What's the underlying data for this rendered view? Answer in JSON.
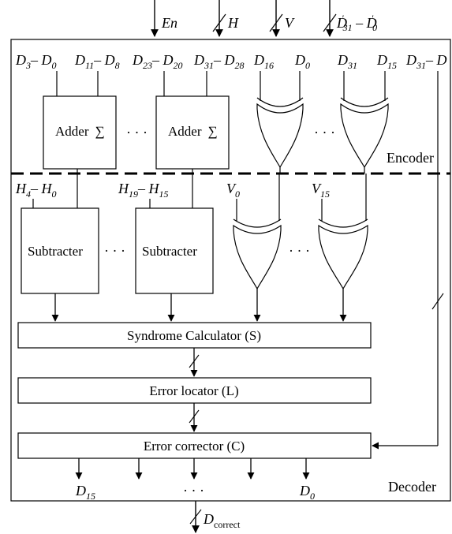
{
  "inputs": {
    "en": "En",
    "h": "H",
    "v": "V",
    "d_main": "D",
    "d_sub_hi": "31",
    "d_sub_lo": "0"
  },
  "encoder": {
    "label": "Encoder",
    "data_groups": [
      {
        "a": "D",
        "a_sub": "3",
        "b": "D",
        "b_sub": "0"
      },
      {
        "a": "D",
        "a_sub": "11",
        "b": "D",
        "b_sub": "8"
      },
      {
        "a": "D",
        "a_sub": "23",
        "b": "D",
        "b_sub": "20"
      },
      {
        "a": "D",
        "a_sub": "31",
        "b": "D",
        "b_sub": "28"
      },
      {
        "a": "D",
        "a_sub": "16",
        "b": "",
        "b_sub": ""
      },
      {
        "a": "D",
        "a_sub": "0",
        "b": "",
        "b_sub": ""
      },
      {
        "a": "D",
        "a_sub": "31",
        "b": "",
        "b_sub": ""
      },
      {
        "a": "D",
        "a_sub": "15",
        "b": "",
        "b_sub": ""
      },
      {
        "a": "D",
        "a_sub": "31",
        "b": "D",
        "b_sub": ""
      }
    ],
    "adders": [
      {
        "label": "Adder",
        "symbol": "∑"
      },
      {
        "label": "Adder",
        "symbol": "∑"
      }
    ],
    "ellipsis": "· · ·"
  },
  "decoder": {
    "label": "Decoder",
    "h_inputs": [
      {
        "a": "H",
        "a_sub": "4",
        "b": "H",
        "b_sub": "0"
      },
      {
        "a": "H",
        "a_sub": "19",
        "b": "H",
        "b_sub": "15"
      }
    ],
    "v_inputs": [
      {
        "a": "V",
        "a_sub": "0"
      },
      {
        "a": "V",
        "a_sub": "15"
      }
    ],
    "subtracters": [
      {
        "label": "Subtracter"
      },
      {
        "label": "Subtracter"
      }
    ],
    "ellipsis": "· · ·",
    "syndrome": "Syndrome Calculator (S)",
    "locator": "Error locator (L)",
    "corrector": "Error corrector (C)",
    "outputs": {
      "first": "D",
      "first_sub": "15",
      "last": "D",
      "last_sub": "0",
      "ellipsis": "· · ·"
    },
    "final": {
      "main": "D",
      "sub": "correct"
    }
  }
}
